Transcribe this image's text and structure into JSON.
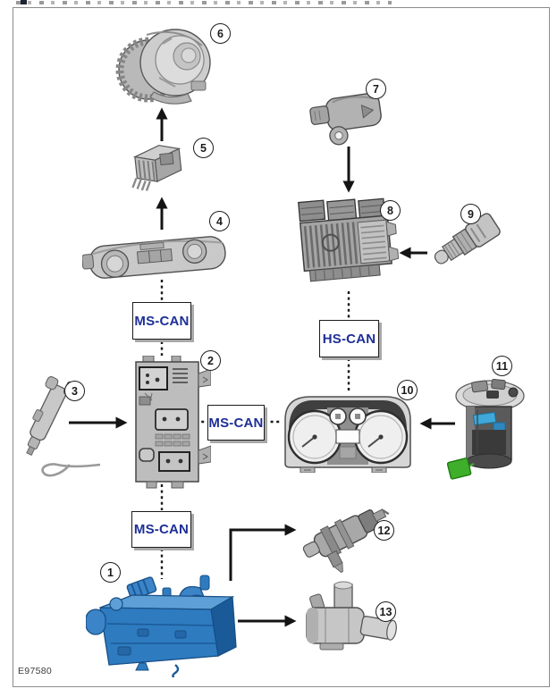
{
  "figure": {
    "reference_code": "E97580"
  },
  "bus_boxes": [
    {
      "id": "ms-can-top",
      "label": "MS-CAN"
    },
    {
      "id": "hs-can",
      "label": "HS-CAN"
    },
    {
      "id": "ms-can-middle",
      "label": "MS-CAN"
    },
    {
      "id": "ms-can-bottom",
      "label": "MS-CAN"
    }
  ],
  "callouts": [
    {
      "number": "1",
      "component": "fuel-fired-booster-heater"
    },
    {
      "number": "2",
      "component": "central-junction-box"
    },
    {
      "number": "3",
      "component": "antenna"
    },
    {
      "number": "4",
      "component": "climate-control-module"
    },
    {
      "number": "5",
      "component": "blower-motor-resistor"
    },
    {
      "number": "6",
      "component": "blower-motor"
    },
    {
      "number": "7",
      "component": "pressure-sensor"
    },
    {
      "number": "8",
      "component": "engine-control-module"
    },
    {
      "number": "9",
      "component": "temperature-sensor"
    },
    {
      "number": "10",
      "component": "instrument-cluster"
    },
    {
      "number": "11",
      "component": "fuel-pump-module"
    },
    {
      "number": "12",
      "component": "fuel-metering-pump"
    },
    {
      "number": "13",
      "component": "coolant-circulation-pump"
    }
  ],
  "colors": {
    "bus_label_text": "#1d2f96",
    "line_black": "#141414",
    "frame_border": "#8c8c8c",
    "heater_blue": "#2e7bc0",
    "float_green": "#3fae2a",
    "pump_blue_accent": "#3fa9d9"
  }
}
